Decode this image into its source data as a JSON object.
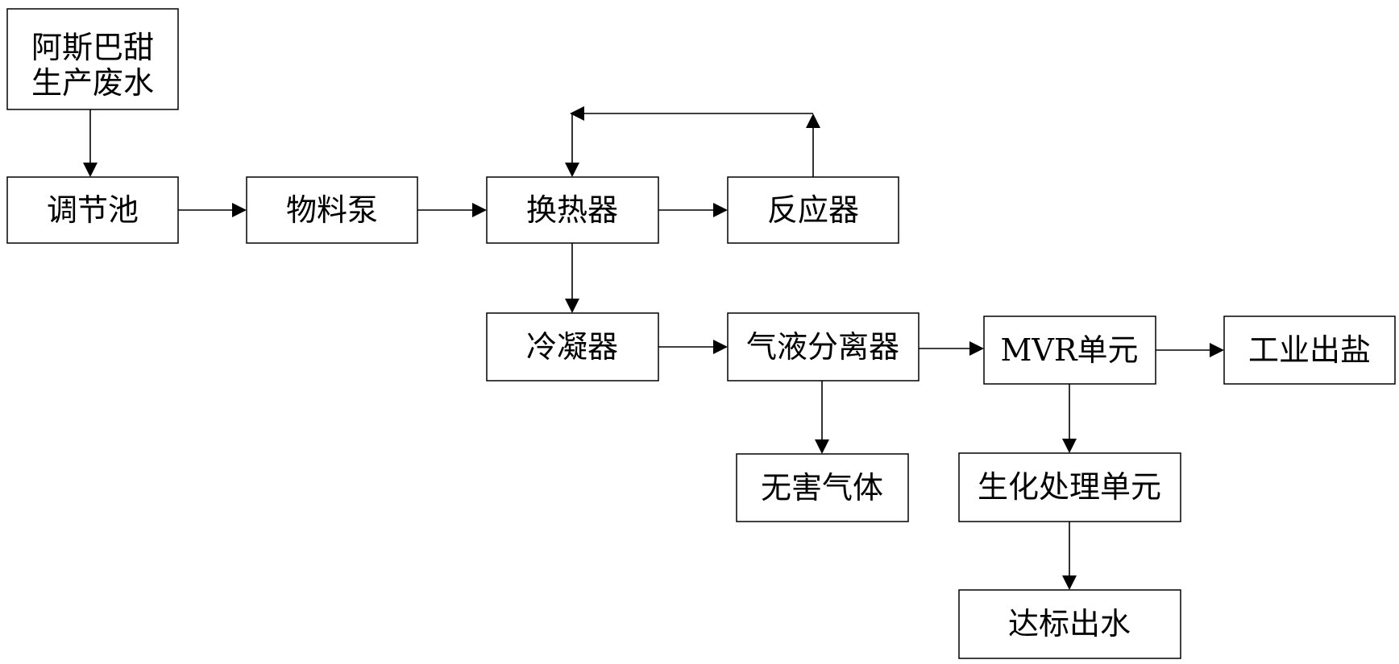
{
  "nodes": {
    "wastewater_line1": "阿斯巴甜",
    "wastewater_line2": "生产废水",
    "regulating_tank": "调节池",
    "material_pump": "物料泵",
    "heat_exchanger": "换热器",
    "reactor": "反应器",
    "condenser": "冷凝器",
    "gas_liquid_separator": "气液分离器",
    "mvr_unit": "MVR单元",
    "industrial_salt": "工业出盐",
    "harmless_gas": "无害气体",
    "biochemical_unit": "生化处理单元",
    "discharge_water": "达标出水"
  }
}
